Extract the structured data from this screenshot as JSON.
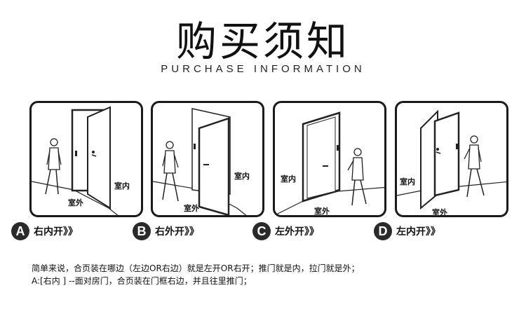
{
  "header": {
    "title": "购买须知",
    "subtitle": "PURCHASE INFORMATION"
  },
  "panels": [
    {
      "badge": "A",
      "caption": "右内开》》",
      "label_inside": "室内",
      "label_outside": "室外"
    },
    {
      "badge": "B",
      "caption": "右外开》》",
      "label_inside": "室内",
      "label_outside": "室外"
    },
    {
      "badge": "C",
      "caption": "左外开》》",
      "label_inside": "室内",
      "label_outside": "室外"
    },
    {
      "badge": "D",
      "caption": "左内开》》",
      "label_inside": "室内",
      "label_outside": "室外"
    }
  ],
  "notes": {
    "line1": "简单来说，合页装在哪边（左边OR右边）就是左开OR右开；推门就是内，拉门就是外；",
    "line2": "A:[右内 ] --面对房门，合页装在门框右边，并且往里推门；"
  },
  "colors": {
    "ink": "#1a1a1a",
    "badge": "#2a2a2a"
  }
}
